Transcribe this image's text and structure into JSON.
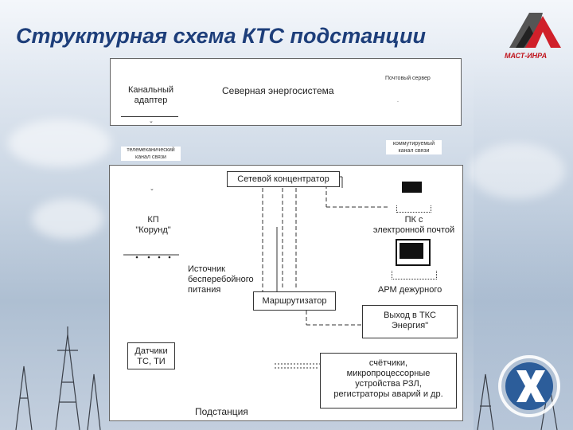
{
  "slide": {
    "title": "Структурная схема КТС подстанции",
    "logo_text": "МАСТ-ИНРА"
  },
  "top_panel": {
    "channel_adapter": "Канальный\nадаптер",
    "north_system": "Северная энергосистема",
    "mail_server": "Почтовый сервер"
  },
  "middle_labels": {
    "telemech_channel": "телемеханический\nканал связи",
    "switched_channel": "коммутируемый\nканал связи"
  },
  "substation": {
    "network_concentrator": "Сетевой концентратор",
    "kp_corund": "КП\n\"Корунд\"",
    "pc_email": "ПК с\nэлектронной почтой",
    "ups": "Источник\nбесперебойного\nпитания",
    "router": "Маршрутизатор",
    "arm": "АРМ дежурного",
    "tks_output": "Выход в ТКС\nЭнергия\"",
    "sensors": "Датчики\nТС, ТИ",
    "meters": "счётчики,\nмикропроцессорные\nустройства РЗЛ,\nрегистраторы аварий и др.",
    "substation_label": "Подстанция"
  }
}
